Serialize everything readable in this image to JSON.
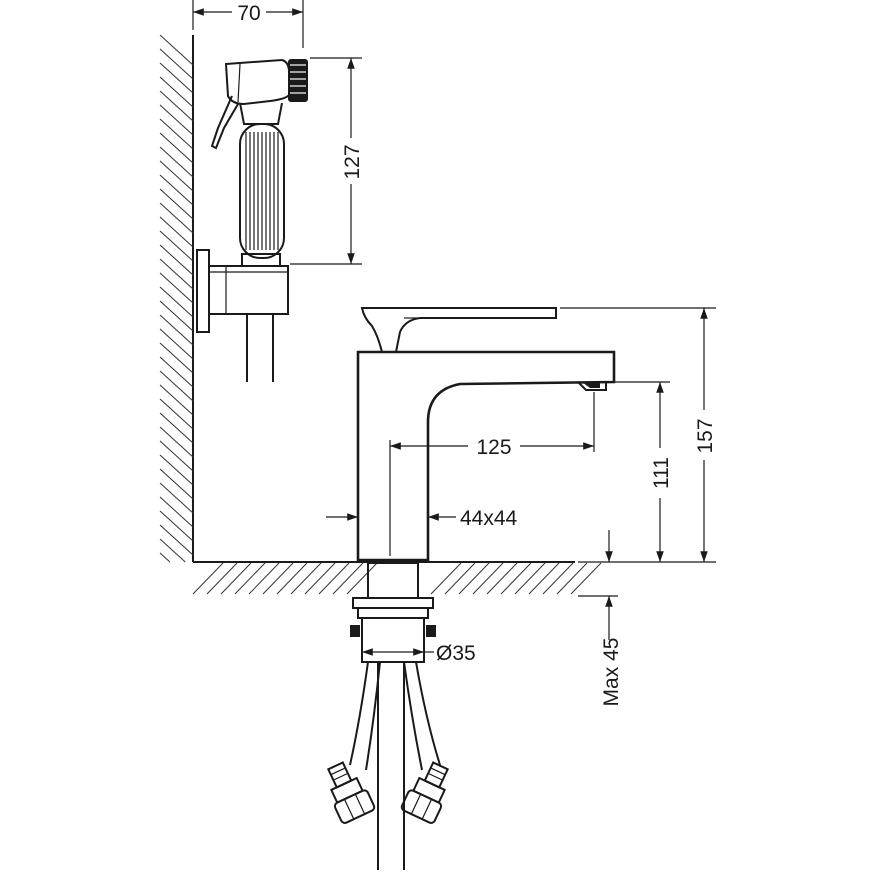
{
  "dimensions": {
    "spray_width": "70",
    "spray_height": "127",
    "spout_reach": "125",
    "body_section": "44x44",
    "overall_height": "157",
    "outlet_height": "111",
    "hole_diameter": "Ø35",
    "max_counter_thickness": "Max 45"
  }
}
